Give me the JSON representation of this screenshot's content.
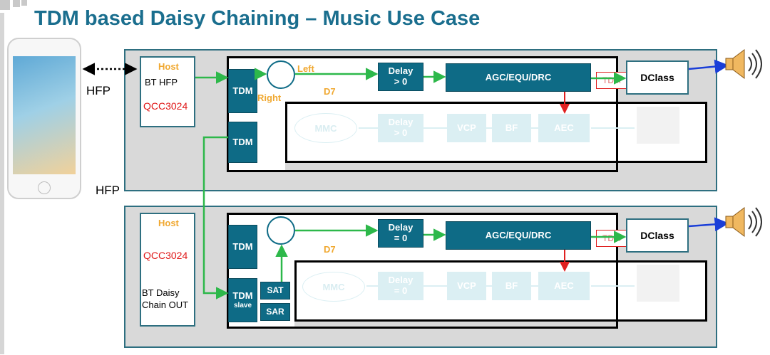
{
  "title": "TDM based Daisy Chaining – Music Use Case",
  "labels": {
    "hfp_phone": "HFP",
    "hfp_bottom": "HFP"
  },
  "top": {
    "host": "Host",
    "bt": "BT HFP",
    "chip": "QCC3024",
    "tdm1": "TDM",
    "tdm2": "TDM",
    "left": "Left",
    "right": "Right",
    "d7": "D7",
    "delay": "Delay\n> 0",
    "agc": "AGC/EQU/DRC",
    "tdm_red": "TDM",
    "dclass": "DClass",
    "mmc": "MMC",
    "delay_faint": "Delay\n> 0",
    "vcp": "VCP",
    "bf": "BF",
    "aec": "AEC"
  },
  "bottom": {
    "host": "Host",
    "chip": "QCC3024",
    "bt": "BT Daisy\nChain OUT",
    "tdm1": "TDM",
    "tdm_slave": "TDM",
    "slave": "slave",
    "sat": "SAT",
    "sar": "SAR",
    "d7": "D7",
    "delay": "Delay\n= 0",
    "agc": "AGC/EQU/DRC",
    "tdm_red": "TDM",
    "dclass": "DClass",
    "mmc": "MMC",
    "delay_faint": "Delay\n= 0",
    "vcp": "VCP",
    "bf": "BF",
    "aec": "AEC"
  },
  "colors": {
    "title": "#1a6e8e",
    "teal": "#0e6b86",
    "green": "#2db84a",
    "blue": "#1a3ed8",
    "red": "#e02020",
    "orange": "#f0a830"
  },
  "icons": [
    "phone-icon",
    "speaker-icon",
    "microphone-icon"
  ]
}
